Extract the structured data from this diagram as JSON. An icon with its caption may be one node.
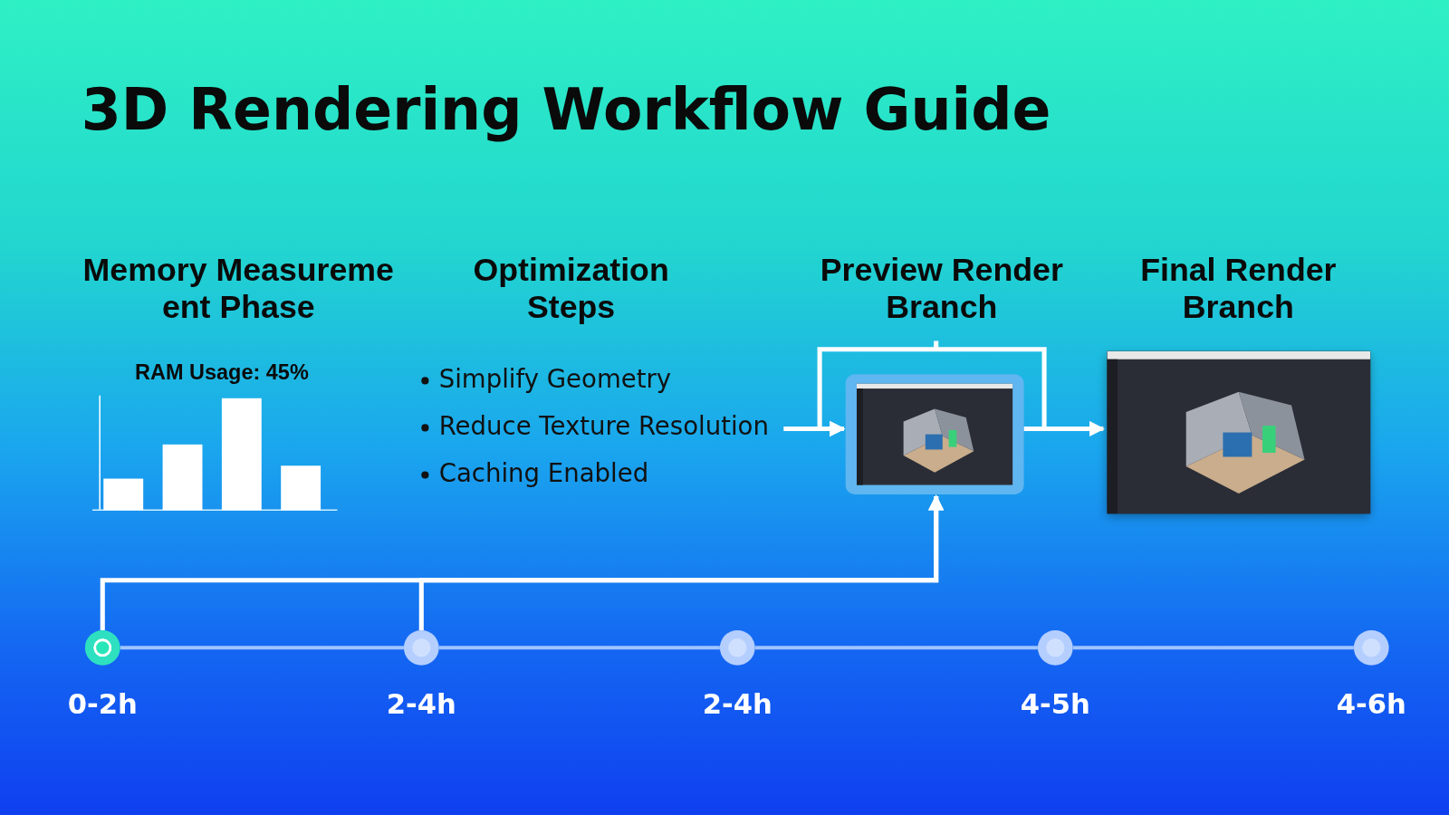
{
  "diagram": {
    "title": "3D Rendering Workflow Guide",
    "nodes": [
      {
        "text": [],
        "shape": "circle",
        "beside": [
          "0-2h"
        ]
      },
      {
        "text": [],
        "shape": "circle",
        "beside": [
          "2-4h"
        ]
      },
      {
        "text": [],
        "shape": "circle",
        "beside": [
          "2-4h"
        ]
      },
      {
        "text": [],
        "shape": "circle",
        "beside": [
          "4-5h"
        ]
      },
      {
        "text": [],
        "shape": "circle",
        "beside": [
          "4-6h"
        ]
      },
      {
        "text": [],
        "shape": "picture"
      },
      {
        "text": [],
        "shape": "picture"
      }
    ],
    "edges": [
      {
        "from": 0,
        "to": 5,
        "arrow": "to"
      },
      {
        "from": 1,
        "to": 5,
        "arrow": "to"
      },
      {
        "from": null,
        "to": 5,
        "arrow": "to"
      },
      {
        "from": 5,
        "to": 5,
        "arrow": "to"
      },
      {
        "from": 5,
        "to": 6,
        "arrow": "to"
      },
      {
        "from": 0,
        "to": 1,
        "arrow": "none",
        "color": "#9fc4ff"
      },
      {
        "from": 1,
        "to": 2,
        "arrow": "none",
        "color": "#9fc4ff"
      },
      {
        "from": 2,
        "to": 3,
        "arrow": "none",
        "color": "#9fc4ff"
      },
      {
        "from": 3,
        "to": 4,
        "arrow": "none",
        "color": "#9fc4ff"
      }
    ],
    "labels": [
      "Memory Measureme ent Phase",
      "Optimization Steps",
      "Preview Render Branch",
      "Final Render Branch",
      "RAM Usage: 45%",
      "Simplify Geometry",
      "Reduce Texture Resolution",
      "Caching Enabled"
    ]
  }
}
